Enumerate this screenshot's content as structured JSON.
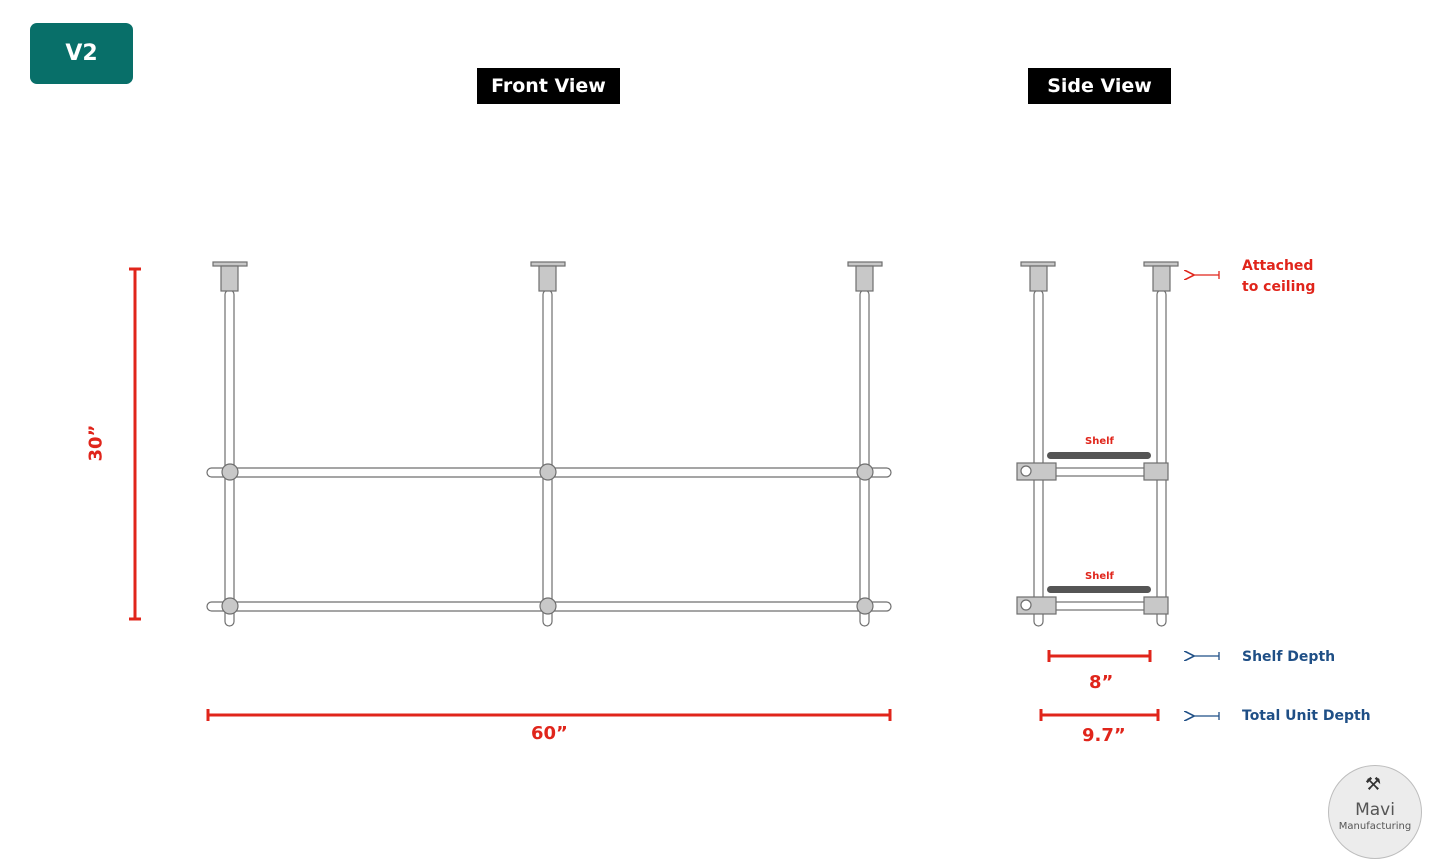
{
  "badge": "V2",
  "views": {
    "front": "Front View",
    "side": "Side View"
  },
  "dimensions": {
    "height": "30”",
    "width": "60”",
    "shelf_depth": "8”",
    "total_depth": "9.7”"
  },
  "side_labels": {
    "shelf": "Shelf"
  },
  "annotations": {
    "ceiling_line1": "Attached",
    "ceiling_line2": "to ceiling",
    "shelf_depth": "Shelf Depth",
    "total_depth": "Total Unit Depth"
  },
  "logo": {
    "brand": "Mavi",
    "sub": "Manufacturing",
    "icon": "caliper-icon"
  },
  "colors": {
    "badge": "#086f69",
    "dimension": "#e0251b",
    "annotation": "#1f4f86",
    "pipe_stroke": "#6f6f6f",
    "fitting": "#c8c8c8",
    "shelf": "#555555"
  }
}
